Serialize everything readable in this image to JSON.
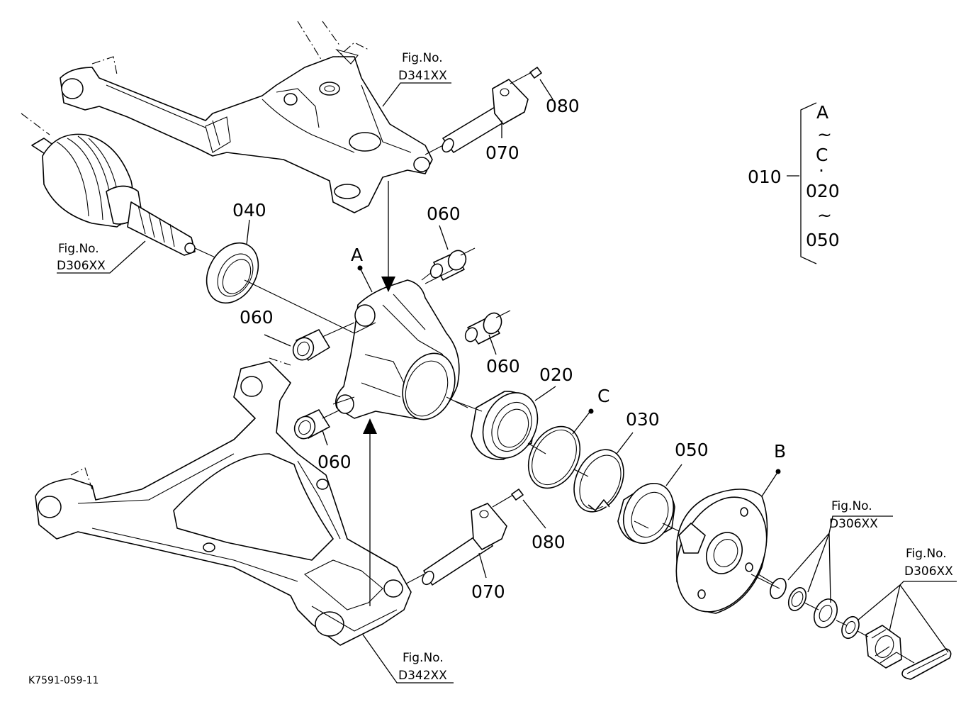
{
  "labels": {
    "p010": "010",
    "p020": "020",
    "p030": "030",
    "p040": "040",
    "p050": "050",
    "p060a": "060",
    "p060b": "060",
    "p060c": "060",
    "p060d": "060",
    "p070a": "070",
    "p070b": "070",
    "p080a": "080",
    "p080b": "080",
    "refA": "A",
    "refB": "B",
    "refC": "C"
  },
  "kit": {
    "line1": "A",
    "tilde1": "~",
    "line2": "C",
    "dot": "·",
    "line3": "020",
    "tilde2": "~",
    "line4": "050"
  },
  "figrefs": {
    "upper_arm": {
      "title": "Fig.No.",
      "code": "D341XX"
    },
    "drive_shaft": {
      "title": "Fig.No.",
      "code": "D306XX"
    },
    "lower_arm": {
      "title": "Fig.No.",
      "code": "D342XX"
    },
    "hub_washers": {
      "title": "Fig.No.",
      "code": "D306XX"
    },
    "hub_nut": {
      "title": "Fig.No.",
      "code": "D306XX"
    }
  },
  "drawing_code": "K7591-059-11"
}
